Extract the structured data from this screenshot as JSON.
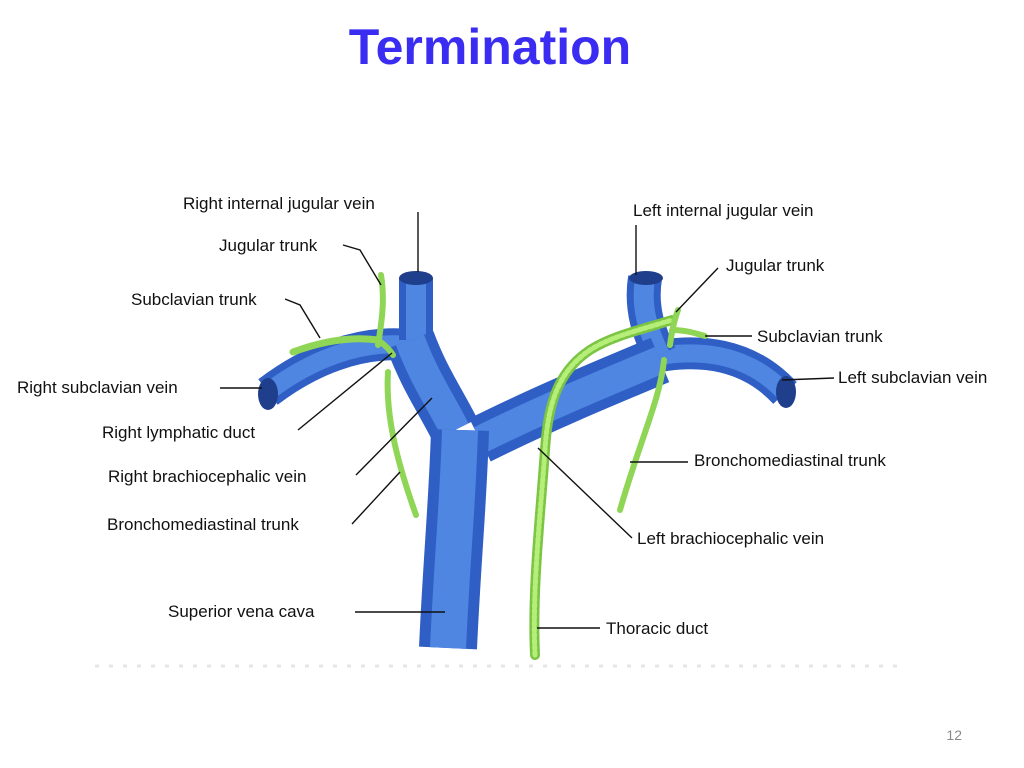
{
  "title": "Termination",
  "page_number": "12",
  "colors": {
    "title": "#3a2cf0",
    "vein": "#3f73d6",
    "lymph": "#9ee060",
    "leader": "#111111"
  },
  "labels": {
    "right_internal_jugular_vein": "Right internal jugular vein",
    "left_internal_jugular_vein": "Left internal jugular vein",
    "jugular_trunk_right": "Jugular trunk",
    "jugular_trunk_left": "Jugular trunk",
    "subclavian_trunk_right": "Subclavian trunk",
    "subclavian_trunk_left": "Subclavian trunk",
    "right_subclavian_vein": "Right subclavian vein",
    "left_subclavian_vein": "Left subclavian vein",
    "right_lymphatic_duct": "Right lymphatic duct",
    "right_brachiocephalic_vein": "Right brachiocephalic vein",
    "left_brachiocephalic_vein": "Left brachiocephalic vein",
    "bronchomediastinal_trunk_right": "Bronchomediastinal trunk",
    "bronchomediastinal_trunk_left": "Bronchomediastinal trunk",
    "superior_vena_cava": "Superior vena cava",
    "thoracic_duct": "Thoracic duct"
  }
}
